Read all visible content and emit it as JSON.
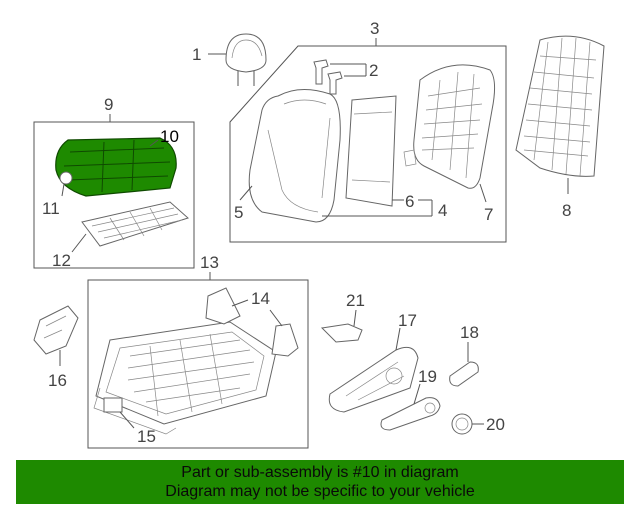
{
  "callouts": {
    "c1": "1",
    "c2": "2",
    "c3": "3",
    "c4": "4",
    "c5": "5",
    "c6": "6",
    "c7": "7",
    "c8": "8",
    "c9": "9",
    "c10": "10",
    "c11": "11",
    "c12": "12",
    "c13": "13",
    "c14": "14",
    "c15": "15",
    "c16": "16",
    "c17": "17",
    "c18": "18",
    "c19": "19",
    "c20": "20",
    "c21": "21"
  },
  "highlight_color": "#1e8a00",
  "banner": {
    "line1": "Part or sub-assembly is #10 in diagram",
    "line2": "Diagram may not be specific to your vehicle"
  }
}
